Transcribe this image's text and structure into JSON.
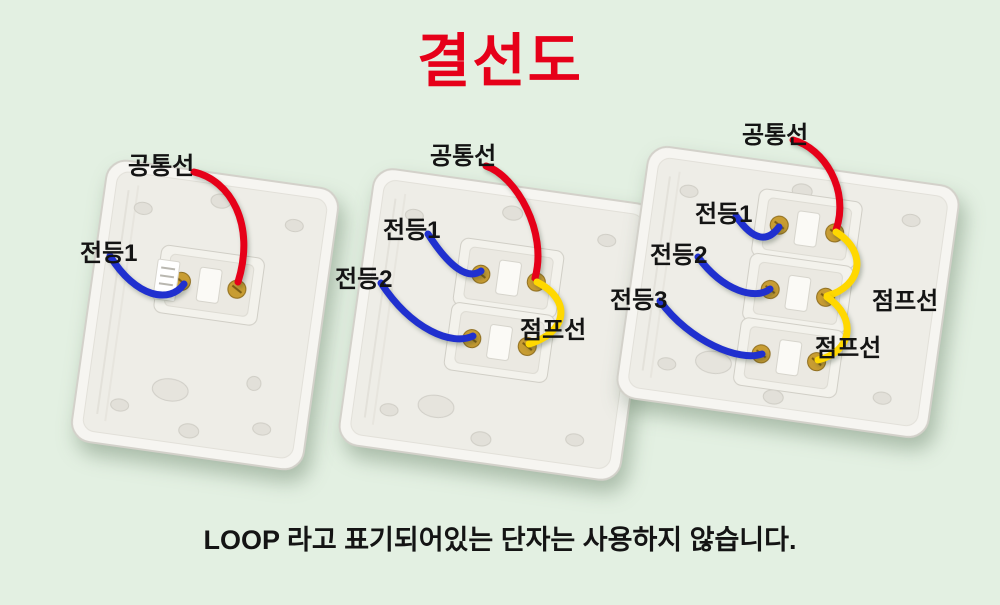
{
  "page": {
    "title": "결선도",
    "caption": "LOOP 라고 표기되어있는 단자는 사용하지 않습니다."
  },
  "colors": {
    "background": "#e3f0e2",
    "title": "#e60019",
    "label_text": "#141414",
    "wire_common": "#e60019",
    "wire_light": "#2030cf",
    "wire_jumper": "#ffd800",
    "plate": "#f6f5f1",
    "terminal_brass": "#c89d33"
  },
  "panels": [
    {
      "labels": {
        "common": "공통선",
        "light1": "전등1"
      }
    },
    {
      "labels": {
        "common": "공통선",
        "light1": "전등1",
        "light2": "전등2",
        "jumper": "점프선"
      }
    },
    {
      "labels": {
        "common": "공통선",
        "light1": "전등1",
        "light2": "전등2",
        "light3": "전등3",
        "jumper_a": "점프선",
        "jumper_b": "점프선"
      }
    }
  ]
}
